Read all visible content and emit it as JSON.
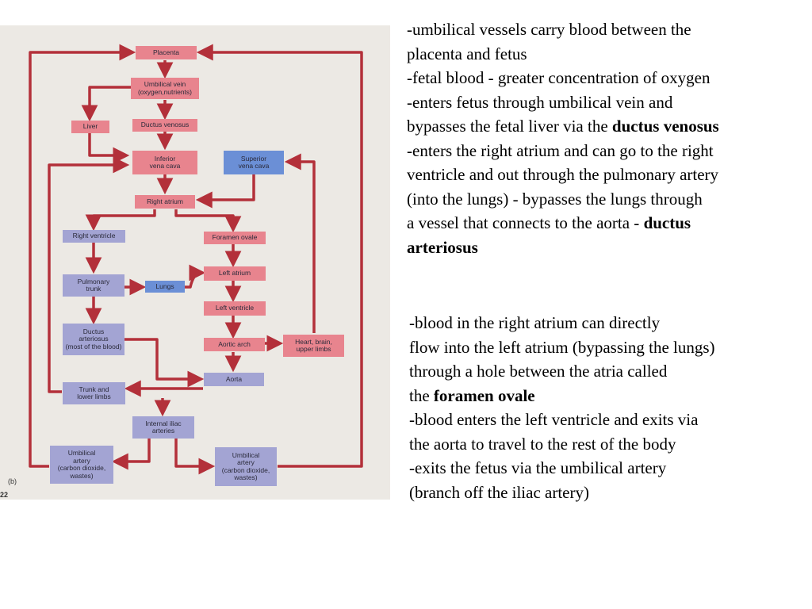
{
  "figure": {
    "label": "(b)",
    "page_number": "22",
    "boxes": {
      "placenta": "Placenta",
      "umbilical_vein": "Umbilical vein\n(oxygen,nutrients)",
      "liver": "Liver",
      "ductus_venosus": "Ductus venosus",
      "inferior_vena_cava": "Inferior\nvena cava",
      "superior_vena_cava": "Superior\nvena cava",
      "right_atrium": "Right atrium",
      "right_ventricle": "Right ventricle",
      "foramen_ovale": "Foramen ovale",
      "pulmonary_trunk": "Pulmonary\ntrunk",
      "lungs": "Lungs",
      "left_atrium": "Left atrium",
      "left_ventricle": "Left ventricle",
      "ductus_arteriosus": "Ductus\narteriosus\n(most of the blood)",
      "aortic_arch": "Aortic arch",
      "heart_brain": "Heart, brain,\nupper limbs",
      "aorta": "Aorta",
      "trunk_lower_limbs": "Trunk and\nlower limbs",
      "internal_iliac": "Internal iliac\narteries",
      "umbilical_artery_left": "Umbilical\nartery\n(carbon dioxide,\nwastes)",
      "umbilical_artery_right": "Umbilical\nartery\n(carbon dioxide,\nwastes)"
    },
    "colors": {
      "pink_box": "#e8848e",
      "lavender_box": "#a3a4d3",
      "blue_box": "#6b8fd6",
      "arrow": "#b3303a"
    }
  },
  "notes_top": {
    "l1": "-umbilical vessels carry blood between the",
    "l2": "placenta and fetus",
    "l3": "-fetal blood - greater concentration of oxygen",
    "l4": "-enters fetus through umbilical vein and",
    "l5a": "bypasses the fetal liver via the ",
    "l5b": "ductus venosus",
    "l6": "-enters the right atrium and can go to the right",
    "l7": "ventricle and out through the pulmonary artery",
    "l8": "(into the lungs) - bypasses the lungs through",
    "l9a": "a vessel that connects to the aorta - ",
    "l9b": "ductus",
    "l10": "arteriosus"
  },
  "notes_bottom": {
    "l1": "-blood in the right atrium can directly",
    "l2": "flow into the left atrium (bypassing the lungs)",
    "l3": "through a hole between the atria called",
    "l4a": "the ",
    "l4b": "foramen ovale",
    "l5": "-blood enters the left ventricle and exits via",
    "l6": "the aorta to travel to the rest of the body",
    "l7": "-exits the fetus via the umbilical artery",
    "l8": "(branch off the iliac artery)"
  }
}
